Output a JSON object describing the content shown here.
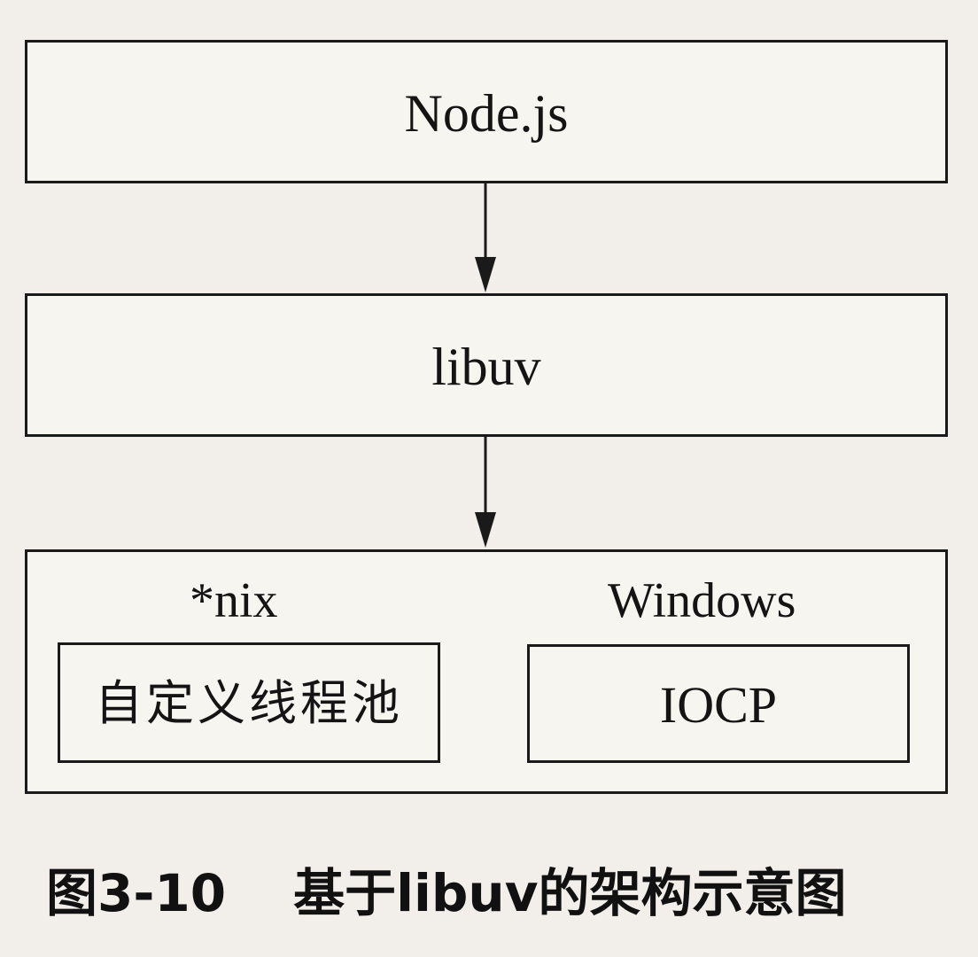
{
  "diagram": {
    "top_box": {
      "label": "Node.js"
    },
    "middle_box": {
      "label": "libuv"
    },
    "bottom_box": {
      "nix": {
        "label": "*nix",
        "inner_label": "自定义线程池"
      },
      "windows": {
        "label": "Windows",
        "inner_label": "IOCP"
      }
    },
    "arrows": [
      {
        "from": "Node.js",
        "to": "libuv"
      },
      {
        "from": "libuv",
        "to": "platform"
      }
    ]
  },
  "caption": {
    "figure_number": "图3-10",
    "title": "基于libuv的架构示意图"
  },
  "colors": {
    "background": "#f2efea",
    "line": "#1a1a1a",
    "text": "#141414"
  }
}
